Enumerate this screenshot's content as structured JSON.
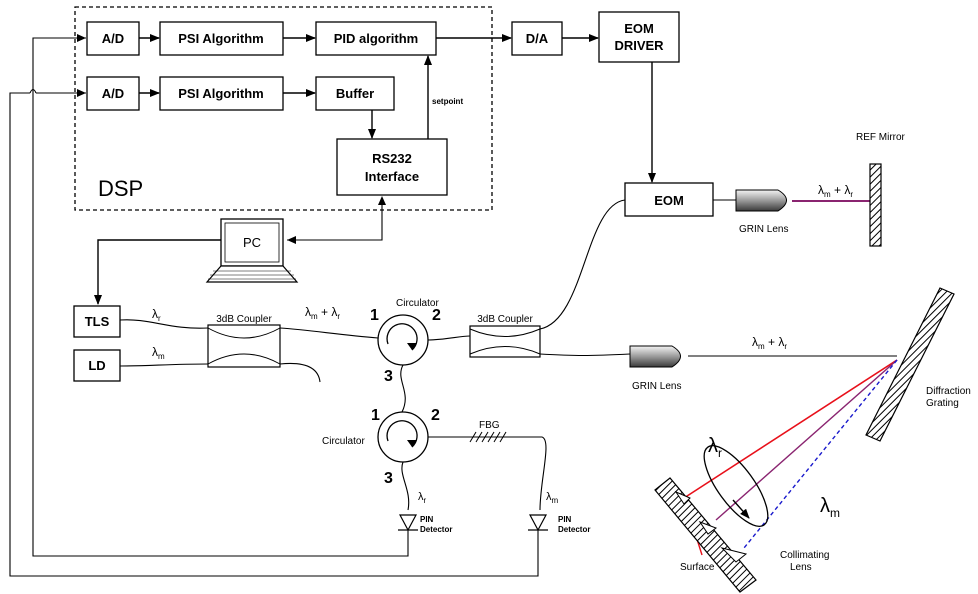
{
  "diagram": {
    "dsp": {
      "label": "DSP",
      "ad1": "A/D",
      "psi1": "PSI Algorithm",
      "pid": "PID algorithm",
      "ad2": "A/D",
      "psi2": "PSI Algorithm",
      "buffer": "Buffer",
      "rs232_line1": "RS232",
      "rs232_line2": "Interface",
      "setpoint": "setpoint"
    },
    "da": "D/A",
    "eom_driver_line1": "EOM",
    "eom_driver_line2": "DRIVER",
    "eom": "EOM",
    "pc": "PC",
    "ref_mirror": "REF Mirror",
    "grin_lens_top": "GRIN Lens",
    "grin_lens_mid": "GRIN Lens",
    "tls": "TLS",
    "ld": "LD",
    "coupler1": "3dB Coupler",
    "coupler2": "3dB Coupler",
    "circulator1": "Circulator",
    "circulator2": "Circulator",
    "ports": {
      "c1_p1": "1",
      "c1_p2": "2",
      "c1_p3": "3",
      "c2_p1": "1",
      "c2_p2": "2",
      "c2_p3": "3"
    },
    "fbg": "FBG",
    "pin1_line1": "PIN",
    "pin1_line2": "Detector",
    "pin2_line1": "PIN",
    "pin2_line2": "Detector",
    "diffraction_line1": "Diffraction",
    "diffraction_line2": "Grating",
    "collimating_line1": "Collimating",
    "collimating_line2": "Lens",
    "surface": "Surface",
    "lambda": "λ",
    "sub_m": "m",
    "sub_r": "r",
    "plus": " + "
  },
  "colors": {
    "red_beam": "#e8101a",
    "purple_beam": "#8a2470",
    "blue_beam": "#1a1acc"
  }
}
